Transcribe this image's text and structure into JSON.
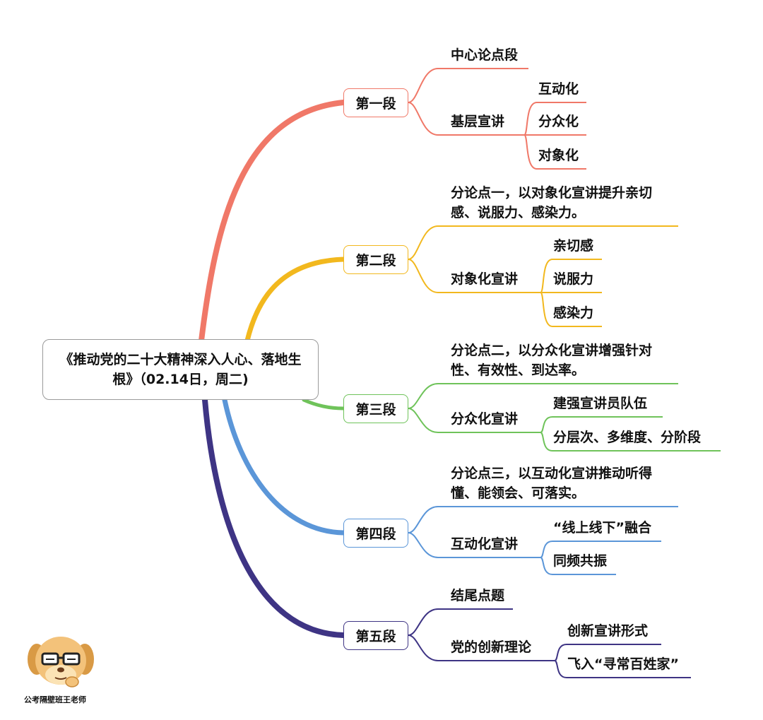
{
  "root": {
    "title": "《推动党的二十大精神深入人心、落地生根》（02.14日，周二)"
  },
  "colors": {
    "s1": "#f07868",
    "s2": "#f2b81e",
    "s3": "#6fc35a",
    "s4": "#5b96d8",
    "s5": "#3e3484"
  },
  "sections": [
    {
      "label": "第一段",
      "c1": "中心论点段",
      "c2": "基层宣讲",
      "leaves": [
        "互动化",
        "分众化",
        "对象化"
      ]
    },
    {
      "label": "第二段",
      "c1": "分论点一，以对象化宣讲提升亲切感、说服力、感染力。",
      "c2": "对象化宣讲",
      "leaves": [
        "亲切感",
        "说服力",
        "感染力"
      ]
    },
    {
      "label": "第三段",
      "c1": "分论点二，以分众化宣讲增强针对性、有效性、到达率。",
      "c2": "分众化宣讲",
      "leaves": [
        "建强宣讲员队伍",
        "分层次、多维度、分阶段"
      ]
    },
    {
      "label": "第四段",
      "c1": "分论点三，以互动化宣讲推动听得懂、能领会、可落实。",
      "c2": "互动化宣讲",
      "leaves": [
        "“线上线下”融合",
        "同频共振"
      ]
    },
    {
      "label": "第五段",
      "c1": "结尾点题",
      "c2": "党的创新理论",
      "leaves": [
        "创新宣讲形式",
        "飞入“寻常百姓家”"
      ]
    }
  ],
  "watermark": "公考隔壁班王老师",
  "icons": {
    "mascot": "dog-with-glasses-icon"
  }
}
